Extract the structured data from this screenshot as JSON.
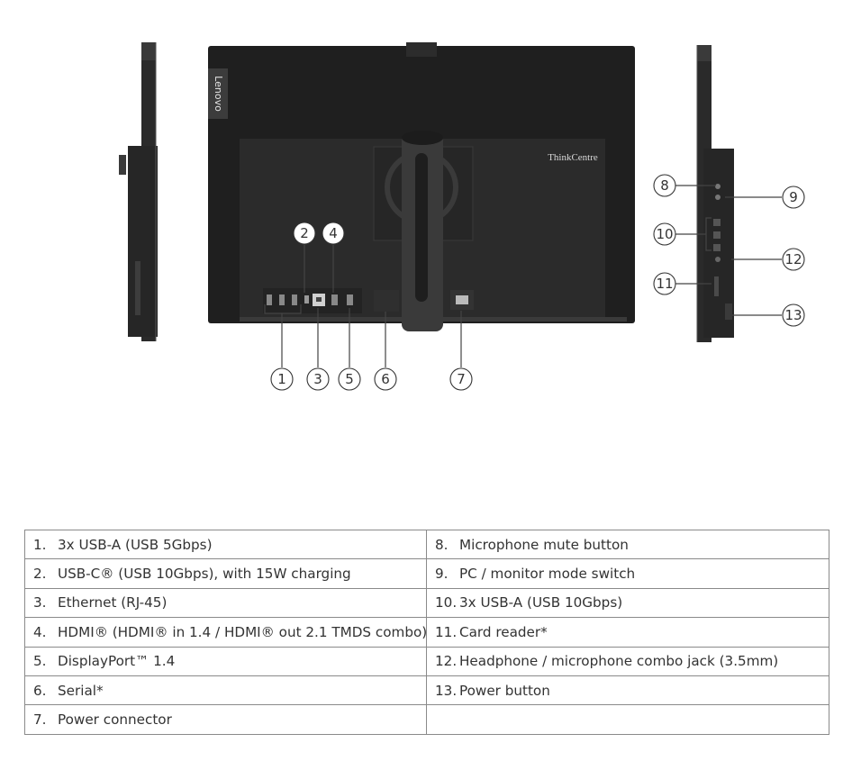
{
  "brand": {
    "logo": "Lenovo",
    "product_logo": "ThinkCentre"
  },
  "callouts": {
    "c1": "1",
    "c2": "2",
    "c3": "3",
    "c4": "4",
    "c5": "5",
    "c6": "6",
    "c7": "7",
    "c8": "8",
    "c9": "9",
    "c10": "10",
    "c11": "11",
    "c12": "12",
    "c13": "13"
  },
  "ports": [
    {
      "num": "1.",
      "label": "3x USB-A (USB 5Gbps)"
    },
    {
      "num": "2.",
      "label": "USB-C® (USB 10Gbps), with 15W charging"
    },
    {
      "num": "3.",
      "label": "Ethernet (RJ-45)"
    },
    {
      "num": "4.",
      "label": "HDMI® (HDMI® in 1.4 / HDMI® out 2.1 TMDS combo)"
    },
    {
      "num": "5.",
      "label": "DisplayPort™ 1.4"
    },
    {
      "num": "6.",
      "label": "Serial*"
    },
    {
      "num": "7.",
      "label": "Power connector"
    },
    {
      "num": "8.",
      "label": "Microphone mute button"
    },
    {
      "num": "9.",
      "label": "PC / monitor mode switch"
    },
    {
      "num": "10.",
      "label": "3x USB-A (USB 10Gbps)"
    },
    {
      "num": "11.",
      "label": "Card reader*"
    },
    {
      "num": "12.",
      "label": "Headphone / microphone combo jack (3.5mm)"
    },
    {
      "num": "13.",
      "label": "Power button"
    }
  ]
}
